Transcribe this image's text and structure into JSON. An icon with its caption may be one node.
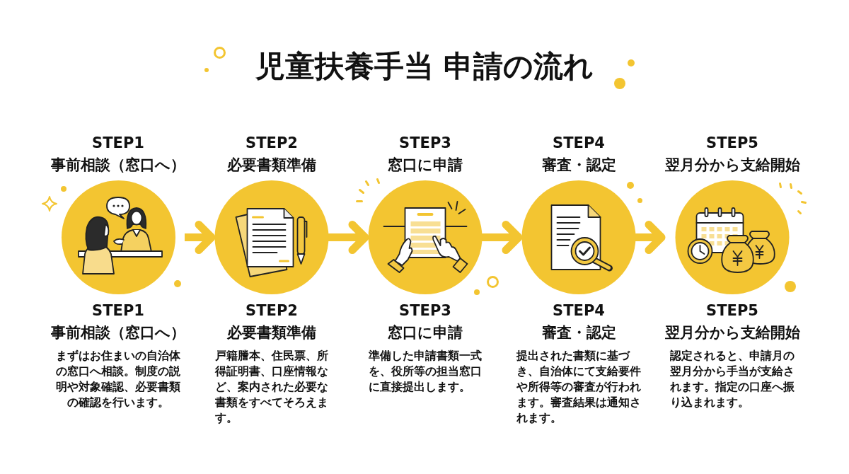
{
  "diagram": {
    "title": "児童扶養手当 申請の流れ",
    "nodes": [
      {
        "text": [
          "STEP1",
          "事前相談（窓口へ）"
        ],
        "beside": [
          "STEP1",
          "事前相談（窓口へ）",
          "まずはお住まいの自治体の窓口へ相談。制度の説明や対象確認、必要書類の確認を行います。"
        ]
      },
      {
        "text": [
          "STEP2",
          "必要書類準備"
        ],
        "beside": [
          "STEP2",
          "必要書類準備",
          "戸籍謄本、住民票、所得証明書、口座情報など、案内された必要な書類をすべてそろえます。"
        ]
      },
      {
        "text": [
          "STEP3",
          "窓口に申請"
        ],
        "beside": [
          "STEP3",
          "窓口に申請",
          "準備した申請書類一式を、役所等の担当窓口に直接提出します。"
        ]
      },
      {
        "text": [
          "STEP4",
          "審査・認定"
        ],
        "beside": [
          "STEP4",
          "審査・認定",
          "提出された書類に基づき、自治体にて支給要件や所得等の審査が行われます。審査結果は通知されます。"
        ]
      },
      {
        "text": [
          "STEP5",
          "翌月分から支給開始"
        ],
        "beside": [
          "STEP5",
          "翌月分から支給開始",
          "認定されると、申請月の翌月分から手当が支給されます。指定の口座へ振り込まれます。"
        ]
      }
    ],
    "edges": [
      {
        "from": 0,
        "to": 1,
        "arrow": "to"
      },
      {
        "from": 1,
        "to": 2,
        "arrow": "to"
      },
      {
        "from": 2,
        "to": 3,
        "arrow": "to"
      },
      {
        "from": 3,
        "to": 4,
        "arrow": "to"
      }
    ]
  }
}
